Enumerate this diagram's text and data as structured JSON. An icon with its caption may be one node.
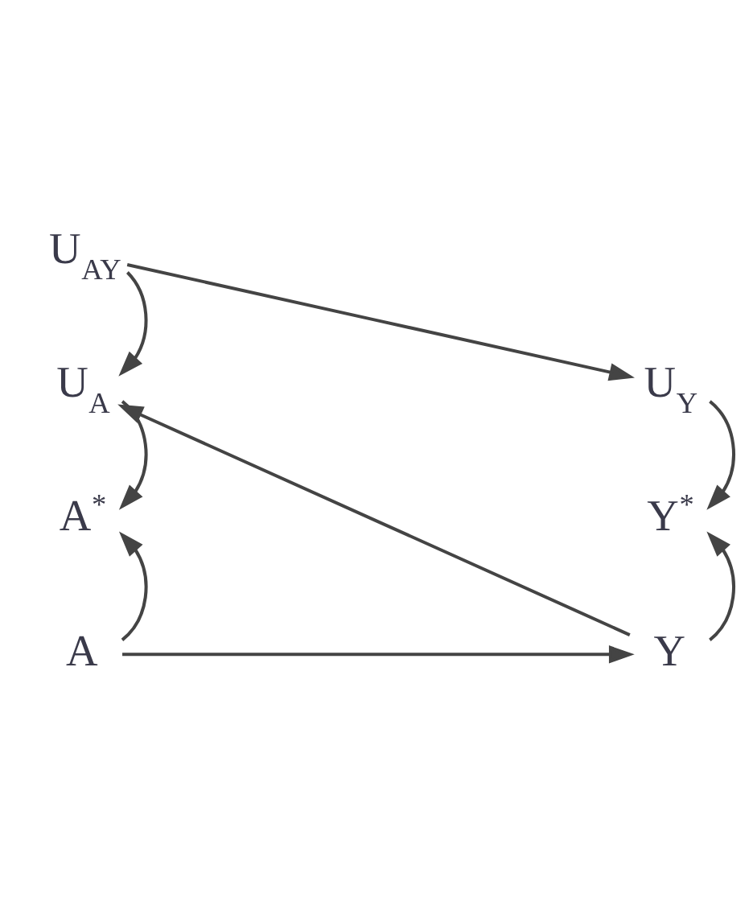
{
  "diagram": {
    "nodes": [
      {
        "text": [
          "U$_{AY}$"
        ]
      },
      {
        "text": [
          "U$_{A}$"
        ]
      },
      {
        "text": [
          "U$_{Y}$"
        ]
      },
      {
        "text": [
          "A$^{*}$"
        ]
      },
      {
        "text": [
          "Y$^{*}$"
        ]
      },
      {
        "text": [
          "A"
        ]
      },
      {
        "text": [
          "Y"
        ]
      }
    ],
    "edges": [
      {
        "from": 0,
        "to": 1,
        "arrow": "to"
      },
      {
        "from": 0,
        "to": 2,
        "arrow": "to"
      },
      {
        "from": 1,
        "to": 3,
        "arrow": "to"
      },
      {
        "from": 2,
        "to": 4,
        "arrow": "to"
      },
      {
        "from": 5,
        "to": 3,
        "arrow": "to"
      },
      {
        "from": 6,
        "to": 4,
        "arrow": "to"
      },
      {
        "from": 5,
        "to": 6,
        "arrow": "to"
      },
      {
        "from": 6,
        "to": 1,
        "arrow": "to"
      }
    ]
  }
}
